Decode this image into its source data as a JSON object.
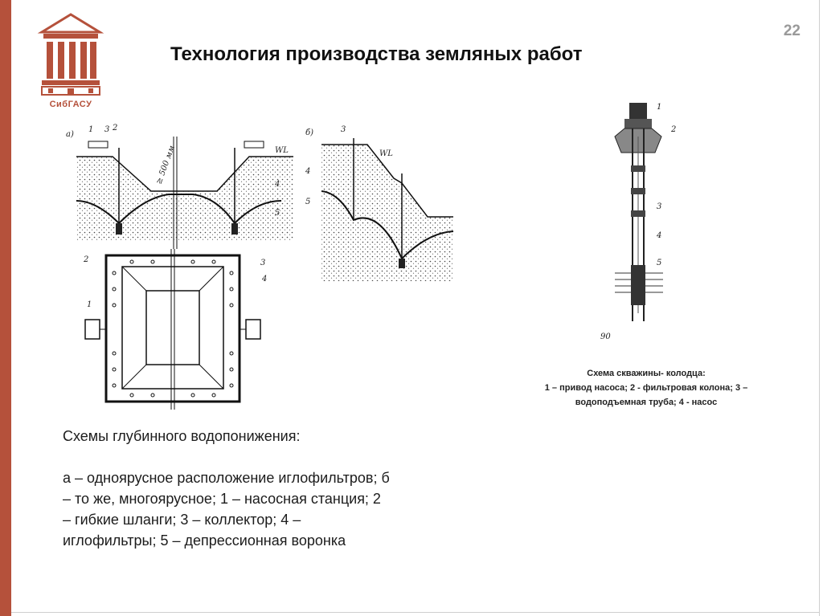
{
  "slide": {
    "number": "22",
    "title": "Технология производства земляных работ"
  },
  "logo": {
    "abbreviation": "СибГАСУ",
    "color": "#b5513b"
  },
  "figure_a": {
    "label_a": "а)",
    "label_b": "б)",
    "callouts": [
      "1",
      "2",
      "3",
      "4",
      "5"
    ],
    "wl_label": "WL",
    "depth_label": "≥ 500 мм"
  },
  "well_figure": {
    "callouts": [
      "1",
      "2",
      "3",
      "4",
      "5"
    ],
    "scale_note": "90",
    "caption_title": "Схема скважины- колодца:",
    "caption_line1": "1 – привод насоса; 2 - фильтровая колона; 3 –",
    "caption_line2": "водоподъемная труба; 4 - насос"
  },
  "description": {
    "heading": "Схемы глубинного водопонижения:",
    "line1": "а – одноярусное расположение иглофильтров; б",
    "line2": "– то же, многоярусное; 1 – насосная станция; 2",
    "line3": "– гибкие шланги; 3 – коллектор; 4 –",
    "line4": "иглофильтры; 5 – депрессионная воронка"
  }
}
